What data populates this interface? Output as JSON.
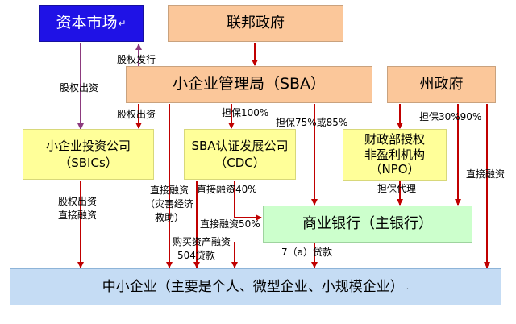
{
  "nodes": {
    "capital_market": "资本市场",
    "federal_gov": "联邦政府",
    "sba": "小企业管理局（SBA）",
    "state_gov": "州政府",
    "sbic": [
      "小企业投资公司",
      "（SBICs）"
    ],
    "cdc": [
      "SBA认证发展公司",
      "（CDC）"
    ],
    "npo": [
      "财政部授权",
      "非盈利机构",
      "（NPO）"
    ],
    "commercial_bank": "商业银行（主银行）",
    "sme": "中小企业（主要是个人、微型企业、小规模企业）"
  },
  "edge_labels": {
    "equity_issue": "股权发行",
    "equity_invest_left": "股权出资",
    "equity_invest_sba": "股权出资",
    "guarantee_100": "担保100%",
    "guarantee_75_85": "担保75%或85%",
    "guarantee_30_90": "担保30%90%",
    "sbic_to_sme": [
      "股权出资",
      "直接融资"
    ],
    "disaster_loan": [
      "直接融资",
      "（灾害经济",
      "救助）"
    ],
    "cdc_direct_40": "直接融资40%",
    "bank_direct_50": "直接融资50%",
    "asset_purchase": [
      "购买资产融资",
      "504贷款"
    ],
    "guarantee_agent": "担保代理",
    "loan_7a": "7（a）贷款",
    "state_direct": "直接融资"
  },
  "colors": {
    "arrow_red": "#c00000",
    "arrow_purple": "#8c3a7e",
    "navy_box": "#1f12e6",
    "orange_box": "#fbc79a",
    "yellow_box": "#ffff99",
    "green_box": "#ccffcc",
    "blue_box": "#c5dcf4"
  }
}
